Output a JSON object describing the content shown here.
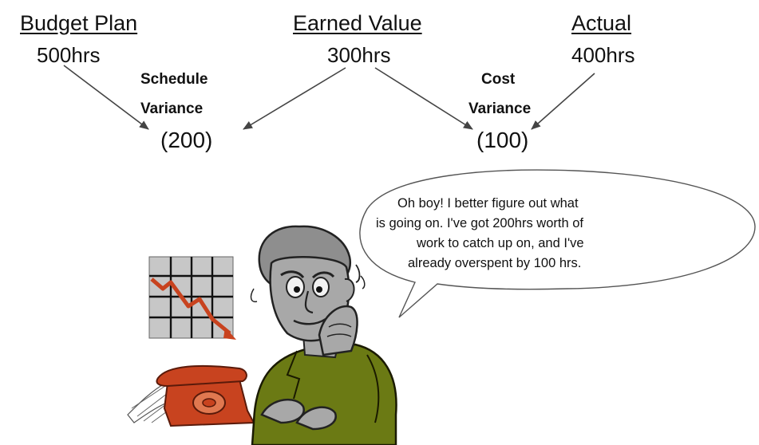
{
  "budget": {
    "heading": "Budget Plan",
    "value": "500hrs"
  },
  "earned": {
    "heading": "Earned Value",
    "value": "300hrs"
  },
  "actual": {
    "heading": "Actual",
    "value": "400hrs"
  },
  "schedule_variance": {
    "label_line1": "Schedule",
    "label_line2": "Variance",
    "value": "(200)"
  },
  "cost_variance": {
    "label_line1": "Cost",
    "label_line2": "Variance",
    "value": "(100)"
  },
  "speech": {
    "line1": "Oh boy! I better figure out what",
    "line2": "is going on.  I've got 200hrs worth of",
    "line3": "work to catch up on, and I've",
    "line4": "already overspent by 100 hrs."
  },
  "illustration": {
    "chart_icon": "declining-chart-icon",
    "person": "worried-man-clipart",
    "phone_icon": "telephone-icon",
    "colors": {
      "jacket": "#6b7a14",
      "phone": "#c8431f",
      "skin": "#a8a8a8",
      "arrow": "#c8431f"
    }
  }
}
